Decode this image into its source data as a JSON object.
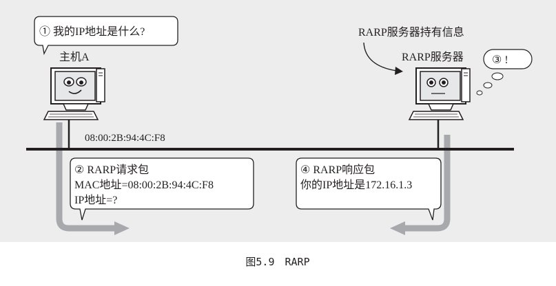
{
  "host_a": {
    "bubble_text": "① 我的IP地址是什么?",
    "label": "主机A",
    "mac_address": "08:00:2B:94:4C:F8"
  },
  "server": {
    "info_text": "RARP服务器持有信息",
    "label": "RARP服务器",
    "thought_text": "③ !"
  },
  "request": {
    "title": "② RARP请求包",
    "line1": "MAC地址=08:00:2B:94:4C:F8",
    "line2": "IP地址=?"
  },
  "response": {
    "title": "④ RARP响应包",
    "line1": "你的IP地址是172.16.1.3"
  },
  "caption": "图5.9　RARP",
  "colors": {
    "background": "#ededee",
    "arrow_gray": "#a7a9ac",
    "line": "#231f20",
    "screen": "#e6e7e8"
  }
}
